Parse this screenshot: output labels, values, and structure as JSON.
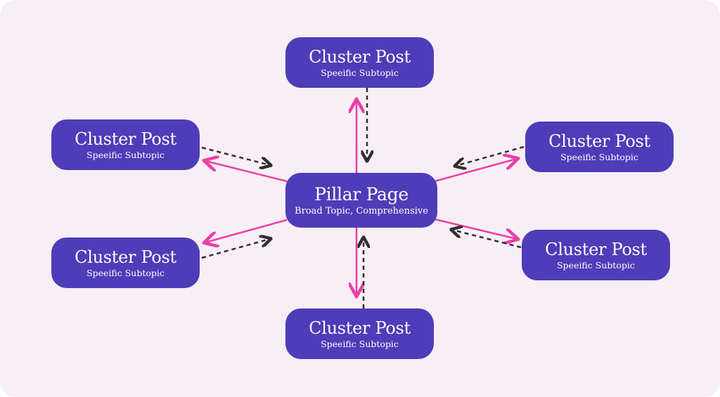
{
  "colors": {
    "background": "#f7eff5",
    "node": "#4f3cb8",
    "text": "#ffffff",
    "pillar_link": "#ea3fa6",
    "cluster_link": "#2f2f2f"
  },
  "pillar": {
    "title": "Pillar Page",
    "subtitle": "Broad Topic, Comprehensive"
  },
  "clusters": [
    {
      "title": "Cluster Post",
      "subtitle": "Speeific Subtopic"
    },
    {
      "title": "Cluster Post",
      "subtitle": "Speeific Subtopic"
    },
    {
      "title": "Cluster Post",
      "subtitle": "Speeific Subtopic"
    },
    {
      "title": "Cluster Post",
      "subtitle": "Speeific Subtopic"
    },
    {
      "title": "Cluster Post",
      "subtitle": "Speeific Subtopic"
    },
    {
      "title": "Cluster Post",
      "subtitle": "Speeific Subtopic"
    }
  ]
}
